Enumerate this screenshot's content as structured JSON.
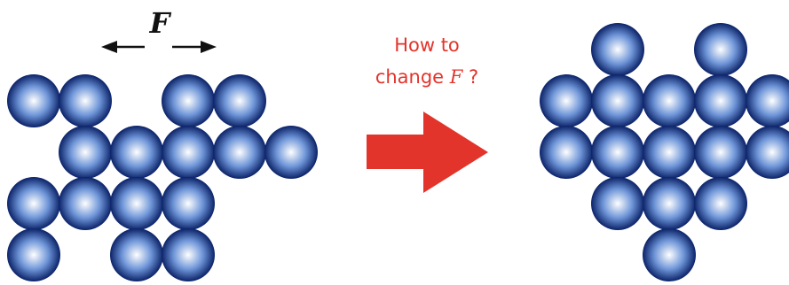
{
  "force_symbol": "F",
  "caption": {
    "line1": "How to",
    "line2_prefix": "change ",
    "line2_var": "F",
    "line2_suffix": " ?"
  },
  "colors": {
    "sphere_center": "#ffffff",
    "sphere_mid": "#6e95d8",
    "sphere_edge": "#0b2268",
    "big_arrow": "#e3342b",
    "caption_text": "#e3342b",
    "force_arrow": "#111111"
  },
  "clusters": {
    "before": {
      "rows": [
        [
          0,
          1,
          3,
          4
        ],
        [
          1,
          2,
          3,
          4,
          5
        ],
        [
          0,
          1,
          2,
          3
        ],
        [
          0,
          2,
          3
        ]
      ]
    },
    "after": {
      "rows": [
        [
          1,
          3
        ],
        [
          0,
          1,
          2,
          3,
          4
        ],
        [
          0,
          1,
          2,
          3,
          4
        ],
        [
          1,
          2,
          3
        ],
        [
          2
        ]
      ]
    }
  }
}
